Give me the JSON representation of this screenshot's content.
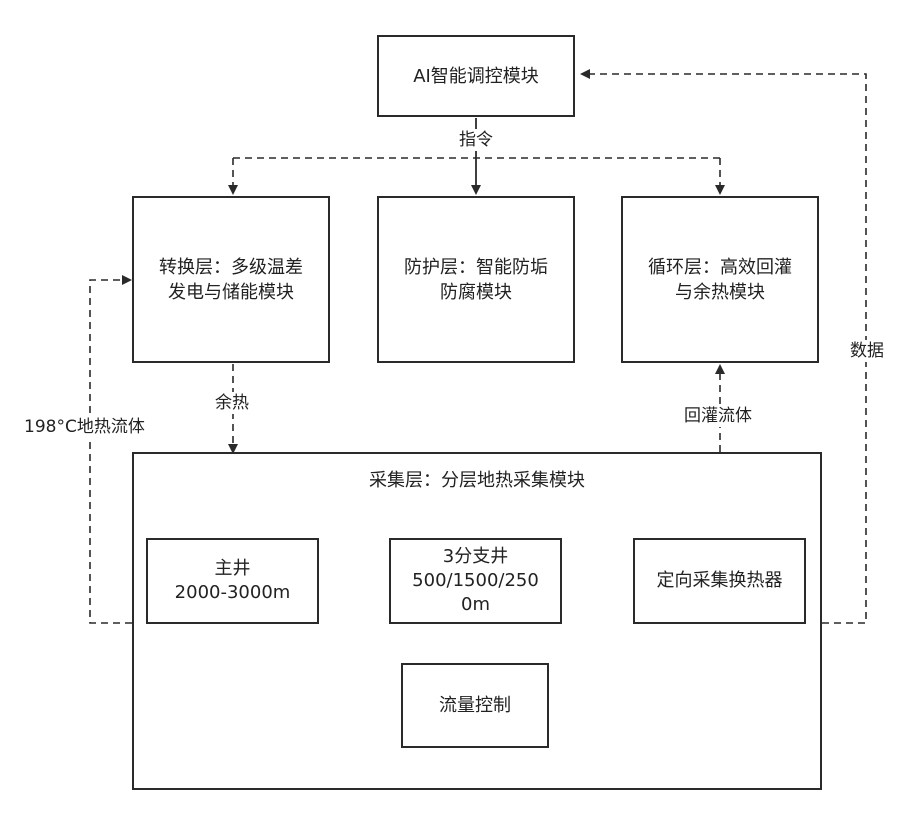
{
  "diagram": {
    "ai_module": "AI智能调控模块",
    "command_label": "指令",
    "conversion_layer": "转换层：多级温差\n发电与储能模块",
    "protection_layer": "防护层：智能防垢\n防腐模块",
    "circulation_layer": "循环层：高效回灌\n与余热模块",
    "waste_heat_label": "余热",
    "reinjection_label": "回灌流体",
    "geothermal_fluid_label": "198°C地热流体",
    "data_label": "数据",
    "collection_layer": {
      "title": "采集层：分层地热采集模块",
      "main_well": "主井\n2000-3000m",
      "branch_wells": "3分支井\n500/1500/250\n0m",
      "directional_exchanger": "定向采集换热器",
      "flow_control": "流量控制"
    }
  },
  "colors": {
    "line": "#2a2a2a",
    "background": "#ffffff"
  }
}
